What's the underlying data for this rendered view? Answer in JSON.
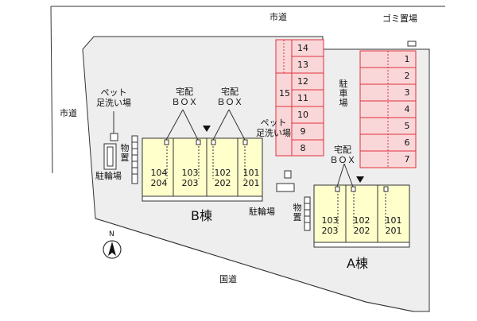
{
  "roads": {
    "city_road_top": "市道",
    "city_road_left": "市道",
    "national_road": "国道"
  },
  "garbage": "ゴミ置場",
  "parking": {
    "label": "駐\n車\n場",
    "left_column": [
      "14",
      "13",
      "12",
      "11",
      "10",
      "9",
      "8"
    ],
    "left_extra": "15",
    "right_column": [
      "1",
      "2",
      "3",
      "4",
      "5",
      "6",
      "7"
    ]
  },
  "building_b": {
    "name": "B棟",
    "upper_units": [
      "104",
      "103",
      "102",
      "101"
    ],
    "lower_units": [
      "204",
      "203",
      "202",
      "201"
    ],
    "bicycle": "駐輪場",
    "storage": "物\n置",
    "pet_wash": "ペット\n足洗い場",
    "delivery_box_1": "宅配\nＢＯＸ",
    "delivery_box_2": "宅配\nＢＯＸ"
  },
  "building_a": {
    "name": "A棟",
    "upper_units": [
      "103",
      "102",
      "101"
    ],
    "lower_units": [
      "203",
      "202",
      "201"
    ],
    "bicycle": "駐輪場",
    "storage": "物\n置",
    "pet_wash": "ペット\n足洗い場",
    "delivery_box": "宅配\nＢＯＸ"
  },
  "compass": "N",
  "colors": {
    "lot": "#eeeeee",
    "building": "#ffffcc",
    "parking_fill": "#f9d7d9",
    "parking_line": "#e0303c"
  }
}
